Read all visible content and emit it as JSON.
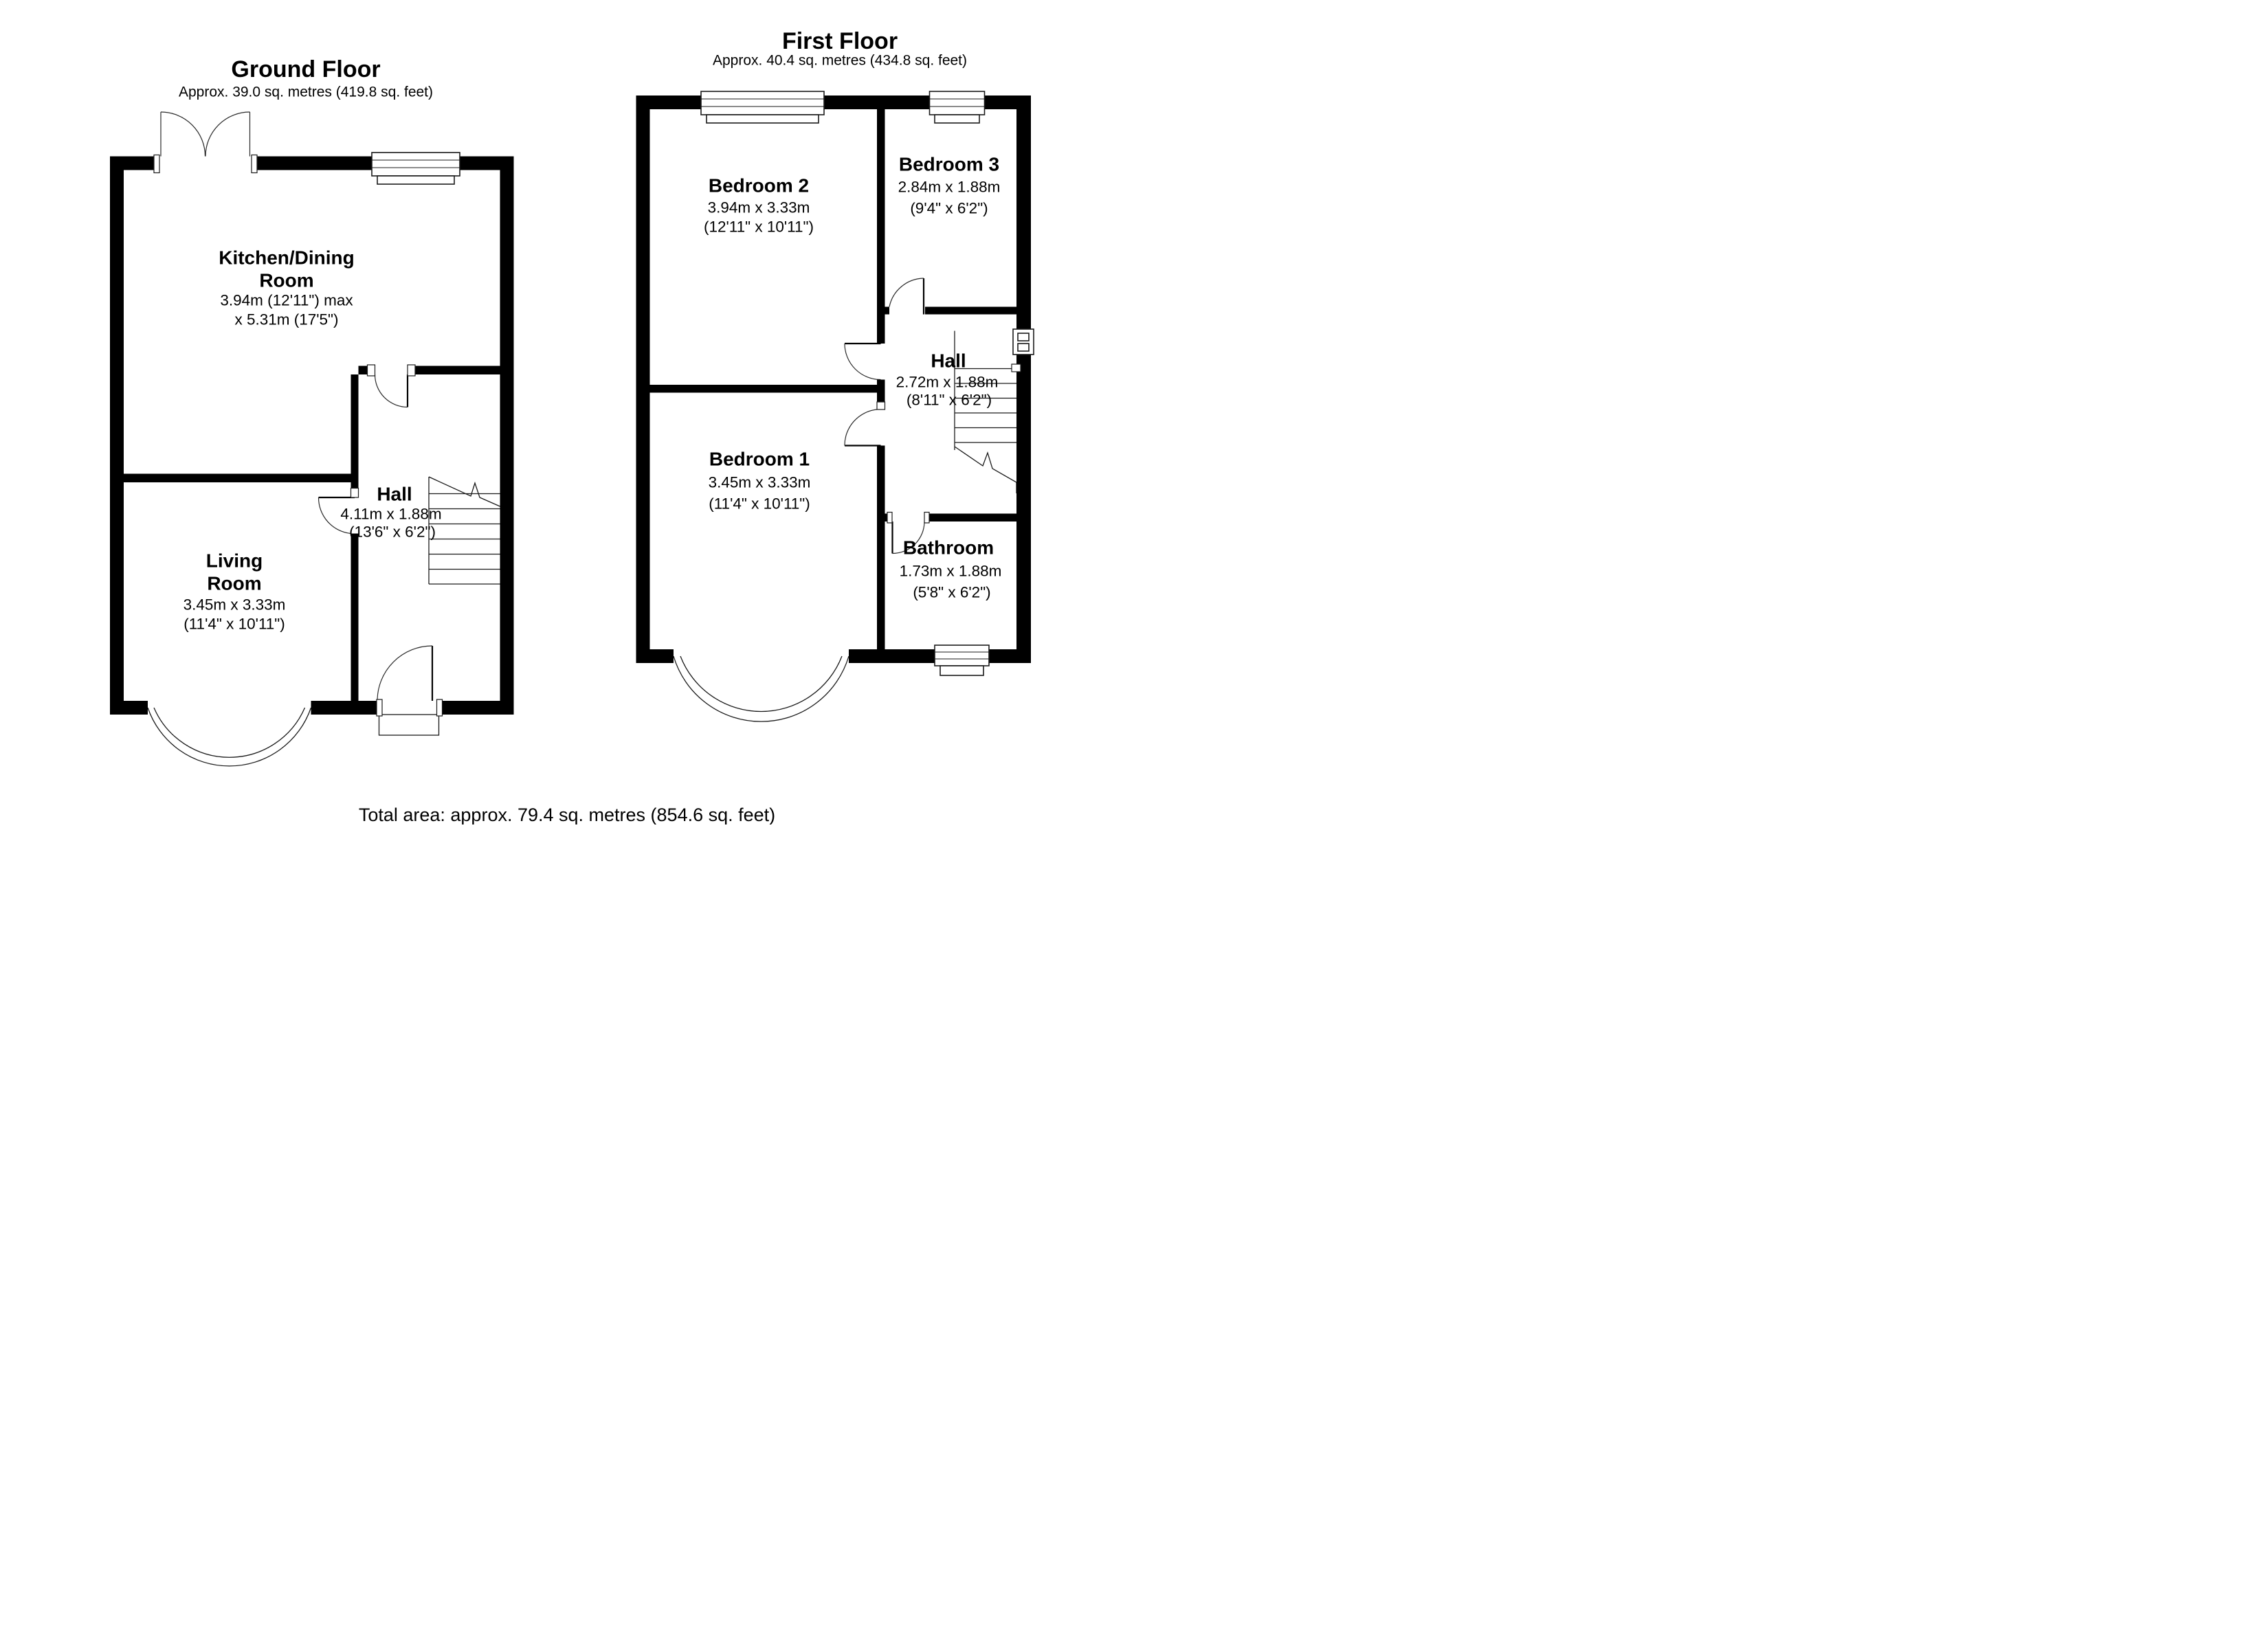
{
  "ground_floor": {
    "title": "Ground Floor",
    "area": "Approx. 39.0 sq. metres (419.8 sq. feet)",
    "rooms": {
      "kitchen": {
        "name_line1": "Kitchen/Dining",
        "name_line2": "Room",
        "dims_line1": "3.94m (12'11\") max",
        "dims_line2": "x 5.31m (17'5\")"
      },
      "hall": {
        "name": "Hall",
        "dims_metric": "4.11m x 1.88m",
        "dims_imperial": "(13'6\" x 6'2\")"
      },
      "living": {
        "name_line1": "Living",
        "name_line2": "Room",
        "dims_metric": "3.45m x 3.33m",
        "dims_imperial": "(11'4\" x 10'11\")"
      }
    }
  },
  "first_floor": {
    "title": "First Floor",
    "area": "Approx. 40.4 sq. metres (434.8 sq. feet)",
    "rooms": {
      "bedroom2": {
        "name": "Bedroom 2",
        "dims_metric": "3.94m x 3.33m",
        "dims_imperial": "(12'11\" x 10'11\")"
      },
      "bedroom3": {
        "name": "Bedroom 3",
        "dims_metric": "2.84m x 1.88m",
        "dims_imperial": "(9'4\" x 6'2\")"
      },
      "hall": {
        "name": "Hall",
        "dims_metric": "2.72m x 1.88m",
        "dims_imperial": "(8'11\" x 6'2\")"
      },
      "bedroom1": {
        "name": "Bedroom 1",
        "dims_metric": "3.45m x 3.33m",
        "dims_imperial": "(11'4\" x 10'11\")"
      },
      "bathroom": {
        "name": "Bathroom",
        "dims_metric": "1.73m x 1.88m",
        "dims_imperial": "(5'8\" x 6'2\")"
      }
    }
  },
  "footer": {
    "total_area": "Total area: approx. 79.4 sq. metres (854.6 sq. feet)"
  },
  "colors": {
    "wall": "#000000",
    "background": "#ffffff"
  }
}
